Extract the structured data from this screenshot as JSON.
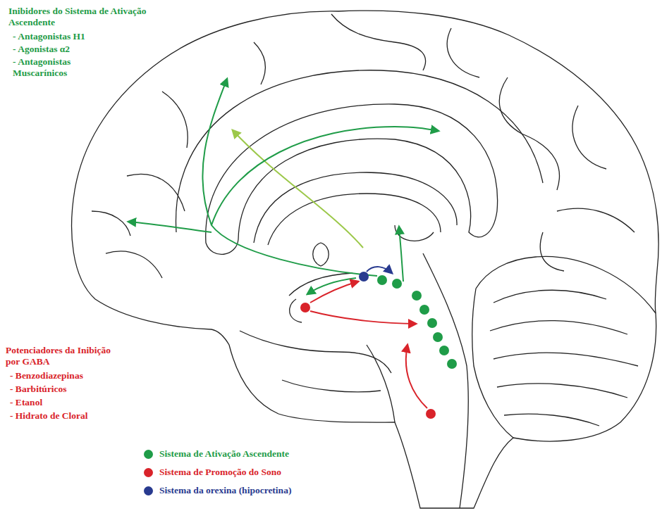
{
  "diagram": {
    "labels": [
      "Inibidores do Sistema de Ativação Ascendente",
      "- Antagonistas H1",
      "- Agonistas α2",
      "- Antagonistas Muscarínicos",
      "Potenciadores da Inibição por GABA",
      "- Benzodiazepinas",
      "- Barbitúricos",
      "- Etanol",
      "- Hidrato de Cloral"
    ],
    "legend": [
      {
        "text": "Sistema de Ativação Ascendente",
        "color": "#1f9c48"
      },
      {
        "text": "Sistema de Promoção do Sono",
        "color": "#d9232a"
      },
      {
        "text": "Sistema da orexina (hipocretina)",
        "color": "#283a8f"
      }
    ]
  }
}
